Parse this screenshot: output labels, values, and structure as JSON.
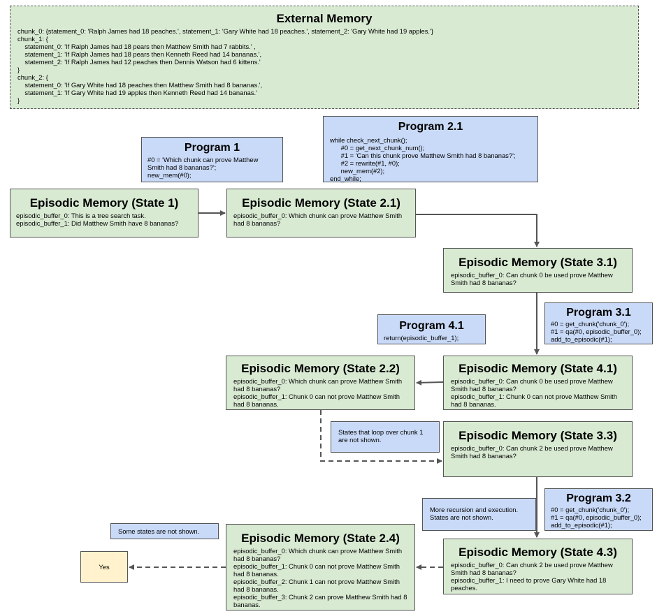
{
  "external_memory": {
    "title": "External Memory",
    "lines": [
      "chunk_0: {statement_0: 'Ralph James had 18 peaches.', statement_1: 'Gary White had 18 peaches.', statement_2: 'Gary White had 19 apples.'}",
      "chunk_1: {",
      "    statement_0: 'If Ralph James had 18 pears then Matthew Smith had 7 rabbits.' ,",
      "    statement_1: 'If Ralph James had 18 pears then Kenneth Reed had 14 bananas.',",
      "    statement_2: 'If Ralph James had 12 peaches then Dennis Watson had 6 kittens.'",
      "}",
      "chunk_2: {",
      "    statement_0: 'If Gary White had 18 peaches then Matthew Smith had 8 bananas.',",
      "    statement_1: 'If Gary White had 19 apples then Kenneth Reed had 14 bananas.'",
      "}"
    ]
  },
  "programs": {
    "p1": {
      "title": "Program 1",
      "body": "#0 = 'Which chunk can prove Matthew\nSmith had 8 bananas?';\nnew_mem(#0);"
    },
    "p21": {
      "title": "Program 2.1",
      "body": "while check_next_chunk();\n      #0 = get_next_chunk_num();\n      #1 = 'Can this chunk prove Matthew Smith had 8 bananas?';\n      #2 = rewrite(#1, #0);\n      new_mem(#2);\nend_while;"
    },
    "p31": {
      "title": "Program 3.1",
      "body": "#0 = get_chunk('chunk_0');\n#1 = qa(#0, episodic_buffer_0);\nadd_to_episodic(#1);"
    },
    "p41": {
      "title": "Program 4.1",
      "body": "return(episodic_buffer_1);"
    },
    "p32": {
      "title": "Program 3.2",
      "body": "#0 = get_chunk('chunk_0');\n#1 = qa(#0, episodic_buffer_0);\nadd_to_episodic(#1);"
    }
  },
  "states": {
    "s1": {
      "title": "Episodic Memory (State 1)",
      "body": "episodic_buffer_0: This is a tree search task.\nepisodic_buffer_1: Did Matthew Smith have 8 bananas?"
    },
    "s21": {
      "title": "Episodic Memory (State 2.1)",
      "body": "episodic_buffer_0: Which chunk can prove Matthew Smith\nhad 8 bananas?"
    },
    "s31": {
      "title": "Episodic Memory (State 3.1)",
      "body": "episodic_buffer_0: Can chunk 0 be used prove Matthew\nSmith had 8 bananas?"
    },
    "s41": {
      "title": "Episodic Memory (State 4.1)",
      "body": "episodic_buffer_0: Can chunk 0 be used prove Matthew\nSmith had 8 bananas?\nepisodic_buffer_1: Chunk 0 can not prove Matthew Smith\nhad 8 bananas."
    },
    "s22": {
      "title": "Episodic Memory (State 2.2)",
      "body": "episodic_buffer_0: Which chunk can prove Matthew Smith\nhad 8 bananas?\nepisodic_buffer_1: Chunk 0 can not prove Matthew Smith\nhad 8 bananas."
    },
    "s33": {
      "title": "Episodic Memory (State 3.3)",
      "body": "episodic_buffer_0: Can chunk 2 be used prove Matthew\nSmith had 8 bananas?"
    },
    "s43": {
      "title": "Episodic Memory (State 4.3)",
      "body": "episodic_buffer_0: Can chunk 2 be used prove Matthew\nSmith had 8 bananas?\nepisodic_buffer_1: I need to prove Gary White had 18\npeaches."
    },
    "s24": {
      "title": "Episodic Memory (State 2.4)",
      "body": "episodic_buffer_0: Which chunk can prove Matthew Smith\nhad 8 bananas?\nepisodic_buffer_1: Chunk 0 can not prove Matthew Smith\nhad 8 bananas.\nepisodic_buffer_2: Chunk 1 can not prove Matthew Smith\nhad 8 bananas.\nepisodic_buffer_3: Chunk 2 can prove Matthew Smith had 8\nbananas."
    }
  },
  "notes": {
    "loop": "States that loop over chunk 1\nare not shown.",
    "recursion": "More recursion and execution.\nStates are not shown.",
    "some_states": "Some states are not shown."
  },
  "answer": {
    "label": "Yes"
  },
  "colors": {
    "state": "#d9ead3",
    "program": "#c9daf8",
    "answer": "#fff2cc",
    "arrow": "#555555"
  }
}
